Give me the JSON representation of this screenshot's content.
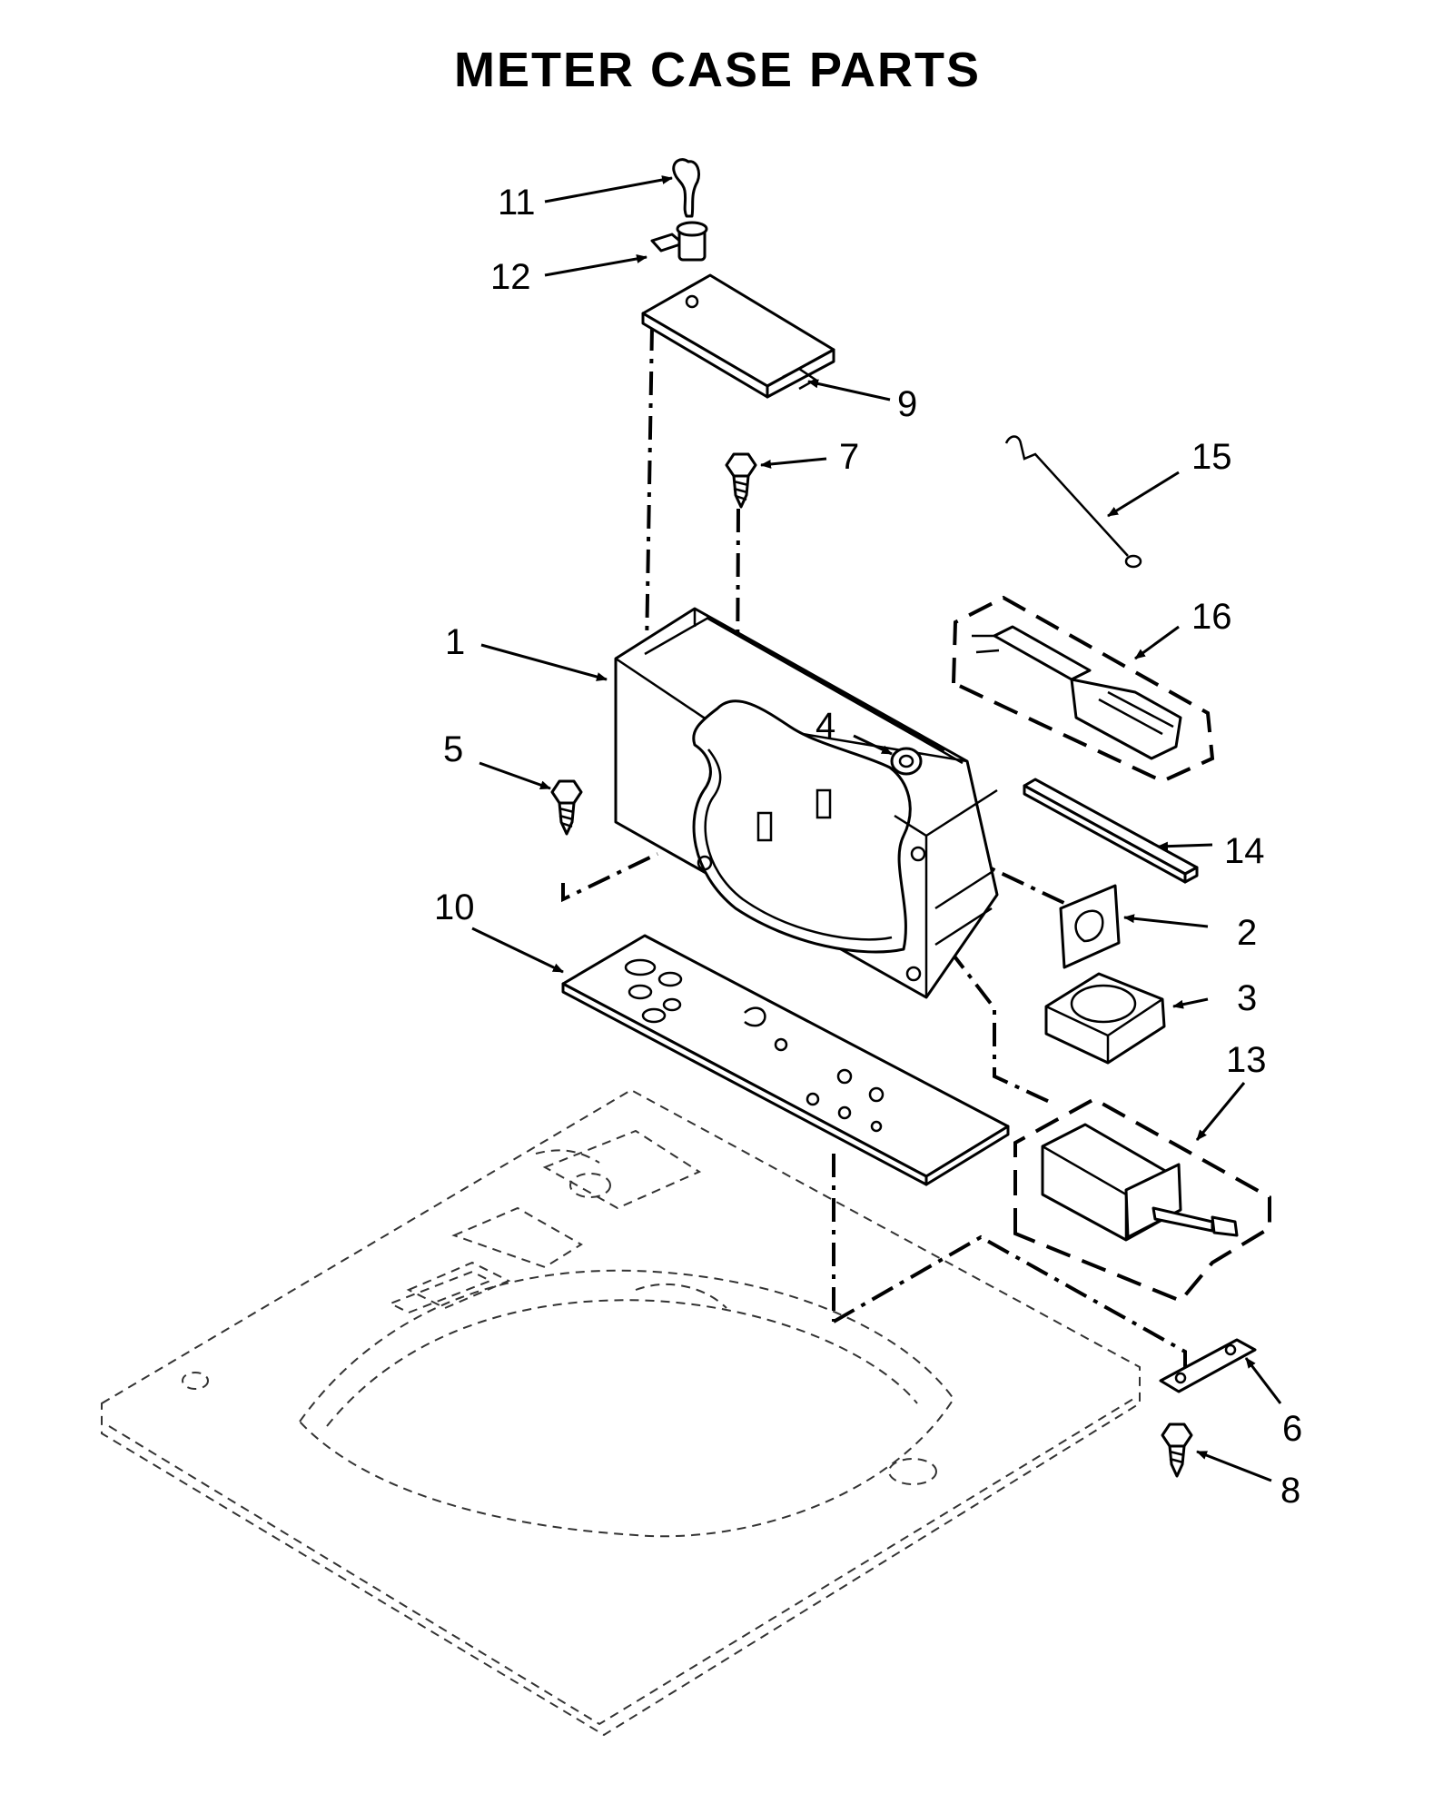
{
  "title": "METER CASE PARTS",
  "callouts": [
    "1",
    "2",
    "3",
    "4",
    "5",
    "6",
    "7",
    "8",
    "9",
    "10",
    "11",
    "12",
    "13",
    "14",
    "15",
    "16"
  ]
}
